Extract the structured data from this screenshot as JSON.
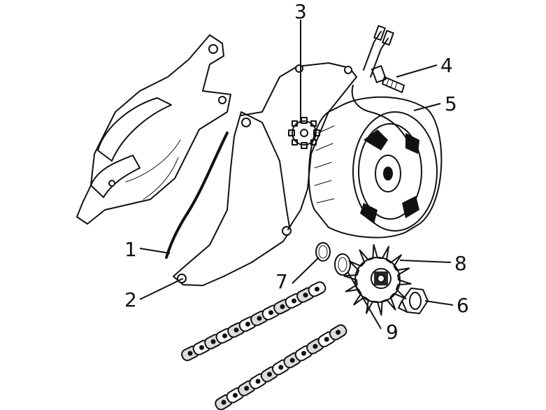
{
  "callouts": [
    {
      "id": "1",
      "label": "1"
    },
    {
      "id": "2",
      "label": "2"
    },
    {
      "id": "3",
      "label": "3"
    },
    {
      "id": "4",
      "label": "4"
    },
    {
      "id": "5",
      "label": "5"
    },
    {
      "id": "6",
      "label": "6"
    },
    {
      "id": "7",
      "label": "7"
    },
    {
      "id": "8",
      "label": "8"
    },
    {
      "id": "9",
      "label": "9"
    }
  ],
  "colors": {
    "ink": "#111111",
    "paper": "#ffffff",
    "stipple": "#bfbfbf"
  }
}
